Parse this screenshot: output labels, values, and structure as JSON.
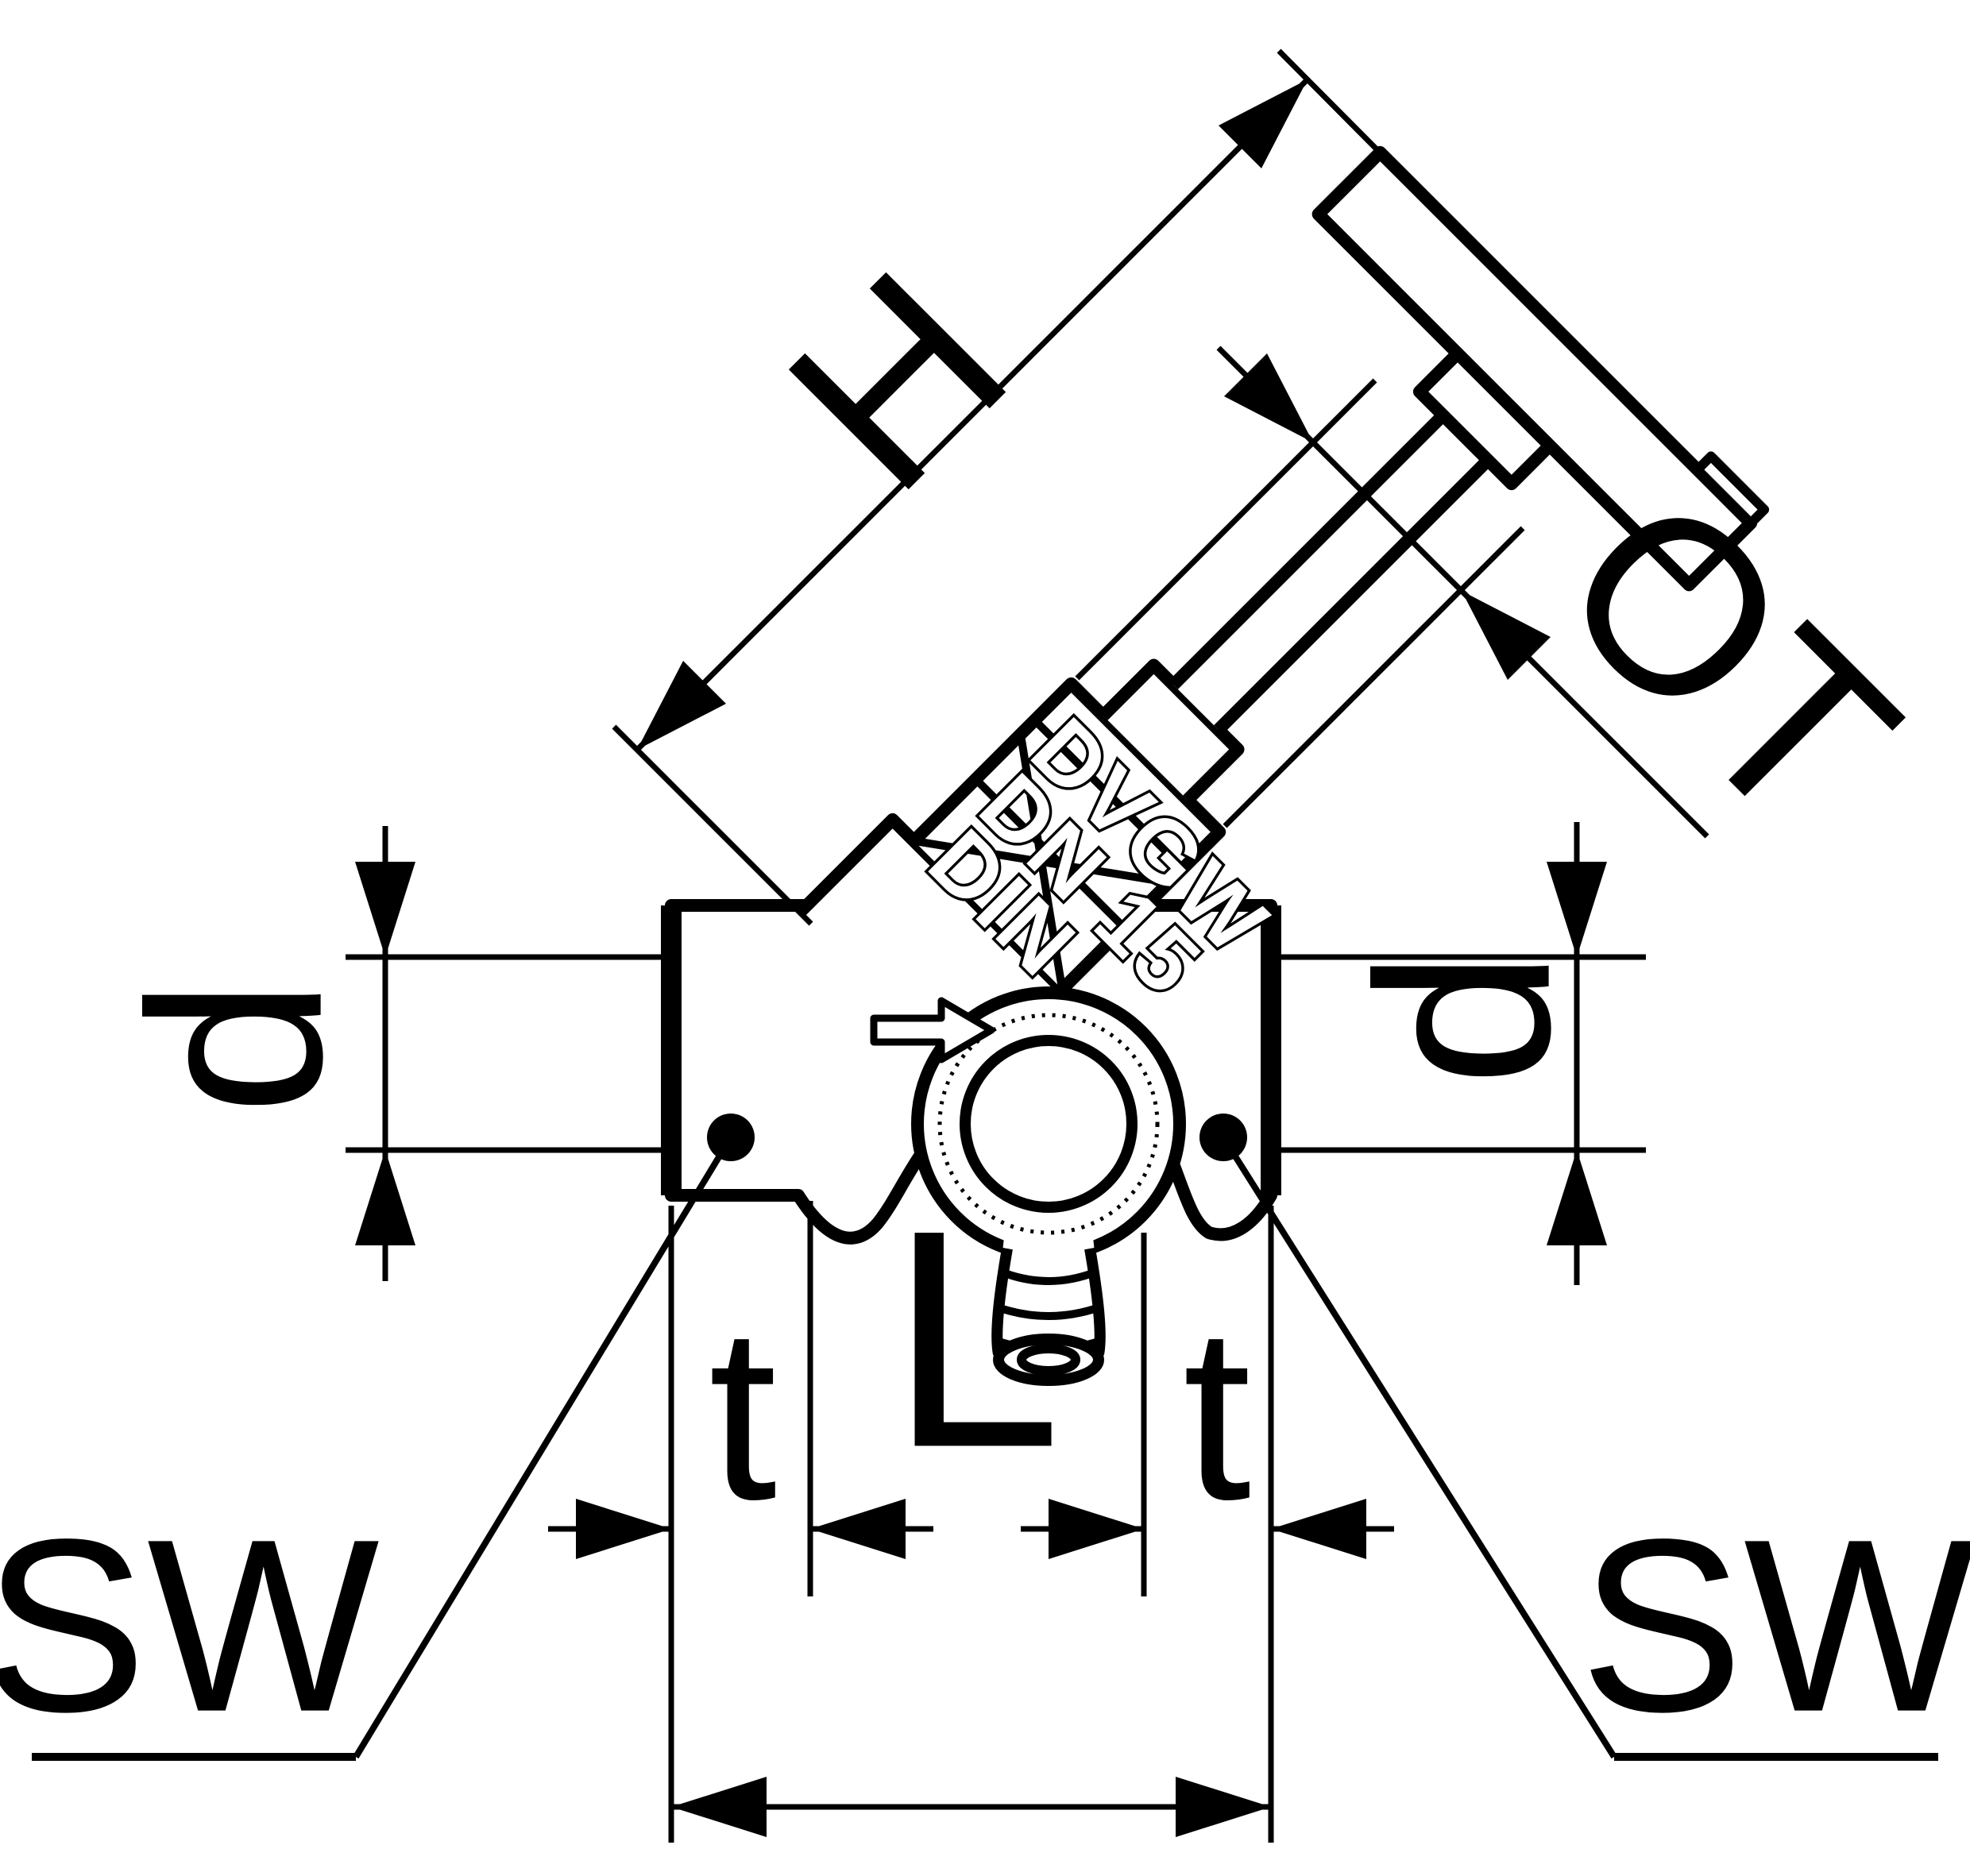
{
  "diagram": {
    "type": "technical-drawing",
    "subject": "angle-seat stop valve with solder sockets, drain barb and dimension annotations",
    "colors": {
      "line": "#000000",
      "background": "#ffffff"
    },
    "dimension_labels": {
      "height": "H",
      "top_unit": "OT",
      "diameter_left": "d",
      "diameter_right": "d",
      "insertion_depth_left": "t",
      "insertion_depth_right": "t",
      "length": "L",
      "wrench_size_left": "SW",
      "wrench_size_right": "SW"
    },
    "cast_markings": {
      "line1": "DVGW",
      "line2": "DN 15",
      "line3": "DIN"
    }
  }
}
